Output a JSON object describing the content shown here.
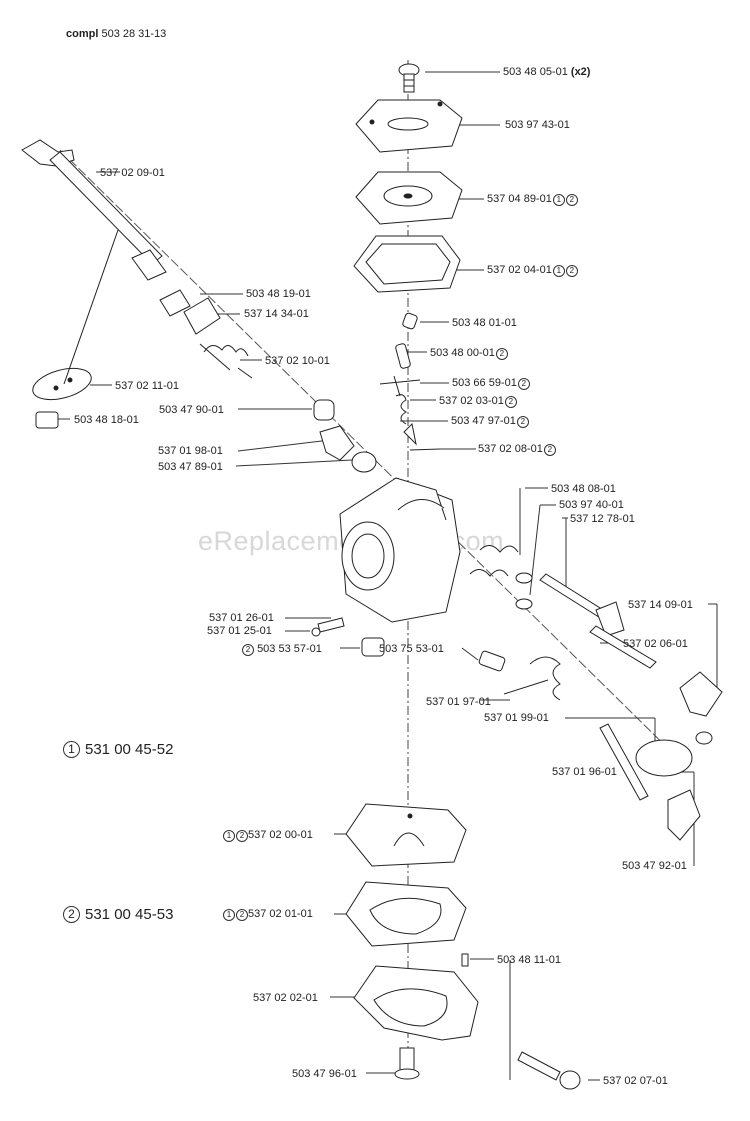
{
  "header": {
    "prefix": "compl",
    "number": "503 28 31-13"
  },
  "watermark": "eReplacementParts.com",
  "kits": [
    {
      "marker": "1",
      "number": "531 00 45-52"
    },
    {
      "marker": "2",
      "number": "531 00 45-53"
    }
  ],
  "parts": {
    "p503480501": "503 48 05-01",
    "p503480501_qty": "(x2)",
    "p503974301": "503 97 43-01",
    "p537048901": "537 04 89-01",
    "p537020401": "537 02 04-01",
    "p537020901": "537 02 09-01",
    "p503481901": "503 48 19-01",
    "p537143401": "537 14 34-01",
    "p503480101": "503 48 01-01",
    "p503480001": "503 48 00-01",
    "p537021001": "537 02 10-01",
    "p537021101": "537 02 11-01",
    "p503665901": "503 66 59-01",
    "p537020301": "537 02 03-01",
    "p503481801": "503 48 18-01",
    "p503479001": "503 47 90-01",
    "p503479701": "503 47 97-01",
    "p537020801": "537 02 08-01",
    "p537019801": "537 01 98-01",
    "p503478901": "503 47 89-01",
    "p503480801": "503 48 08-01",
    "p503974001": "503 97 40-01",
    "p537127801": "537 12 78-01",
    "p537140901": "537 14 09-01",
    "p537012601": "537 01 26-01",
    "p537012501": "537 01 25-01",
    "p537020601": "537 02 06-01",
    "p503535701": "503 53 57-01",
    "p503755301": "503 75 53-01",
    "p537019701": "537 01 97-01",
    "p537019901": "537 01 99-01",
    "p537019601": "537 01 96-01",
    "p503479201": "503 47 92-01",
    "p537020001": "537 02 00-01",
    "p537020101": "537 02 01-01",
    "p503481101": "503 48 11-01",
    "p537020201": "537 02 02-01",
    "p503479601": "503 47 96-01",
    "p537020701": "537 02 07-01"
  },
  "markers": {
    "one": "1",
    "two": "2"
  }
}
